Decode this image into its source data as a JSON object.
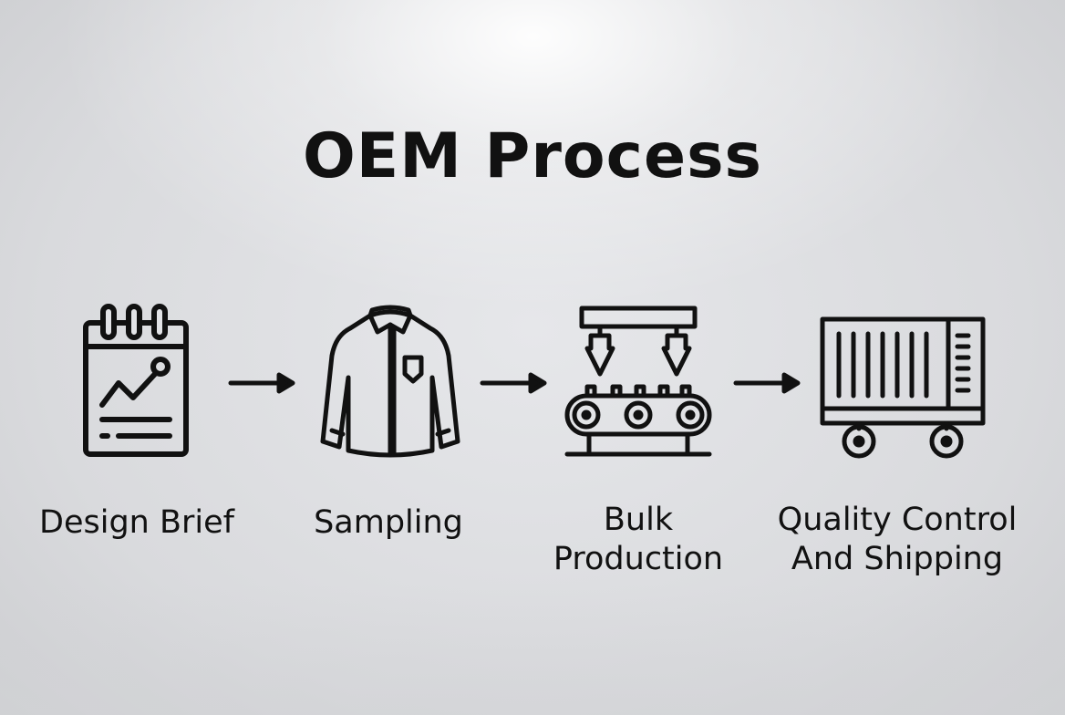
{
  "title": "OEM Process",
  "steps": [
    {
      "icon": "notepad-chart-icon",
      "label_lines": [
        "Design Brief"
      ]
    },
    {
      "icon": "shirt-icon",
      "label_lines": [
        "Sampling"
      ]
    },
    {
      "icon": "conveyor-belt-icon",
      "label_lines": [
        "Bulk",
        "Production"
      ]
    },
    {
      "icon": "cargo-container-icon",
      "label_lines": [
        "Quality Control",
        "And Shipping"
      ]
    }
  ],
  "arrows": [
    {
      "icon": "arrow-right-icon"
    },
    {
      "icon": "arrow-right-icon"
    },
    {
      "icon": "arrow-right-icon"
    }
  ],
  "colors": {
    "ink": "#111111",
    "background": "#dcdde0"
  }
}
